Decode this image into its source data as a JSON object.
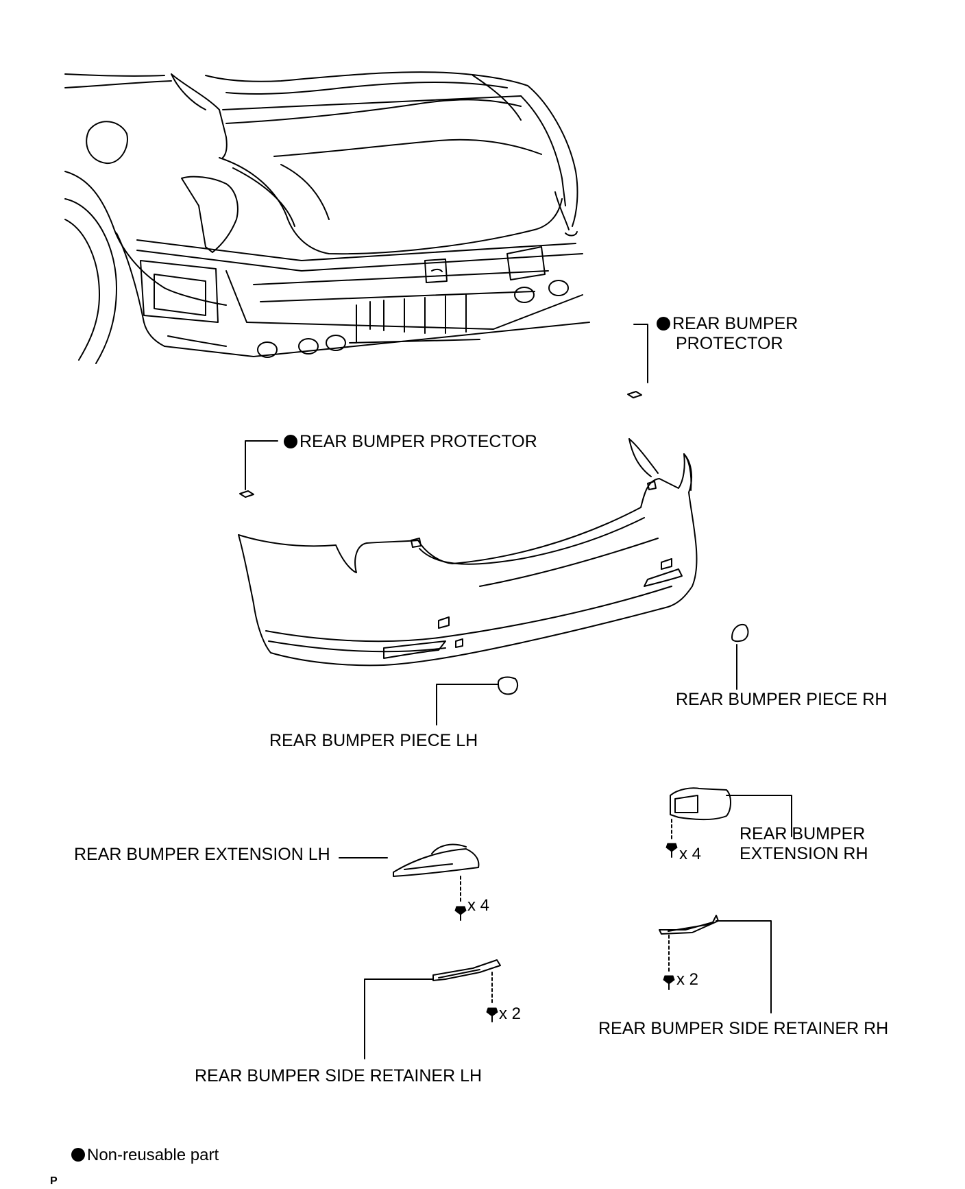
{
  "labels": {
    "protector_upper_line1": "REAR BUMPER",
    "protector_upper_line2": "PROTECTOR",
    "protector_lower": "REAR BUMPER PROTECTOR",
    "piece_rh": "REAR BUMPER PIECE RH",
    "piece_lh": "REAR BUMPER PIECE LH",
    "extension_lh": "REAR BUMPER EXTENSION LH",
    "extension_rh_line1": "REAR BUMPER",
    "extension_rh_line2": "EXTENSION RH",
    "side_retainer_lh": "REAR BUMPER SIDE RETAINER LH",
    "side_retainer_rh": "REAR BUMPER SIDE RETAINER RH"
  },
  "quantities": {
    "extension_lh_screws": "x 4",
    "extension_rh_screws": "x 4",
    "retainer_lh_screws": "x 2",
    "retainer_rh_screws": "x 2"
  },
  "legend": {
    "symbol": "filled-circle",
    "text": "Non-reusable part"
  },
  "diagram_code": "P"
}
